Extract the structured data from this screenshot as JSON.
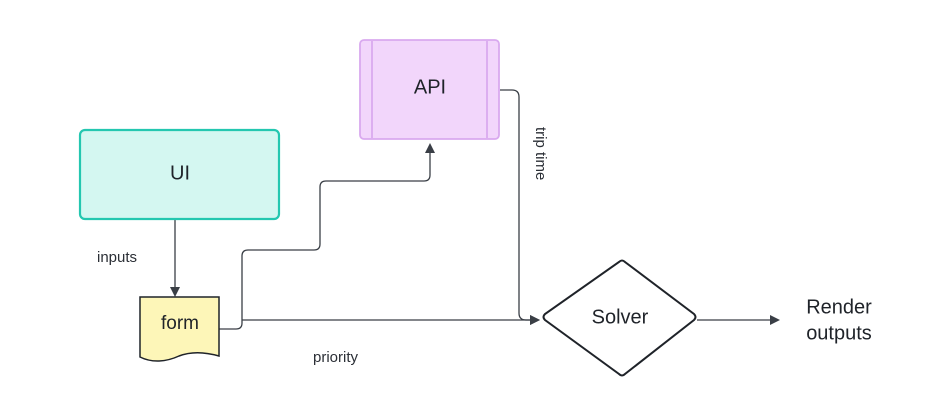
{
  "nodes": {
    "ui": {
      "label": "UI",
      "fill": "#d4f7f1",
      "stroke": "#24c7b0"
    },
    "api": {
      "label": "API",
      "fill": "#f2d6fb",
      "stroke": "#d9a9ef"
    },
    "form": {
      "label": "form",
      "fill": "#fdf6b8",
      "stroke": "#1f2329"
    },
    "solver": {
      "label": "Solver",
      "fill": "#ffffff",
      "stroke": "#1f2329"
    },
    "render": {
      "line1": "Render",
      "line2": "outputs"
    }
  },
  "edges": {
    "ui_to_form": {
      "label": "inputs"
    },
    "api_to_solver": {
      "label": "trip time"
    },
    "form_to_solver": {
      "label": "priority"
    },
    "form_to_api": {
      "label": ""
    },
    "solver_to_render": {
      "label": ""
    }
  },
  "colors": {
    "edge": "#3a3f46"
  }
}
